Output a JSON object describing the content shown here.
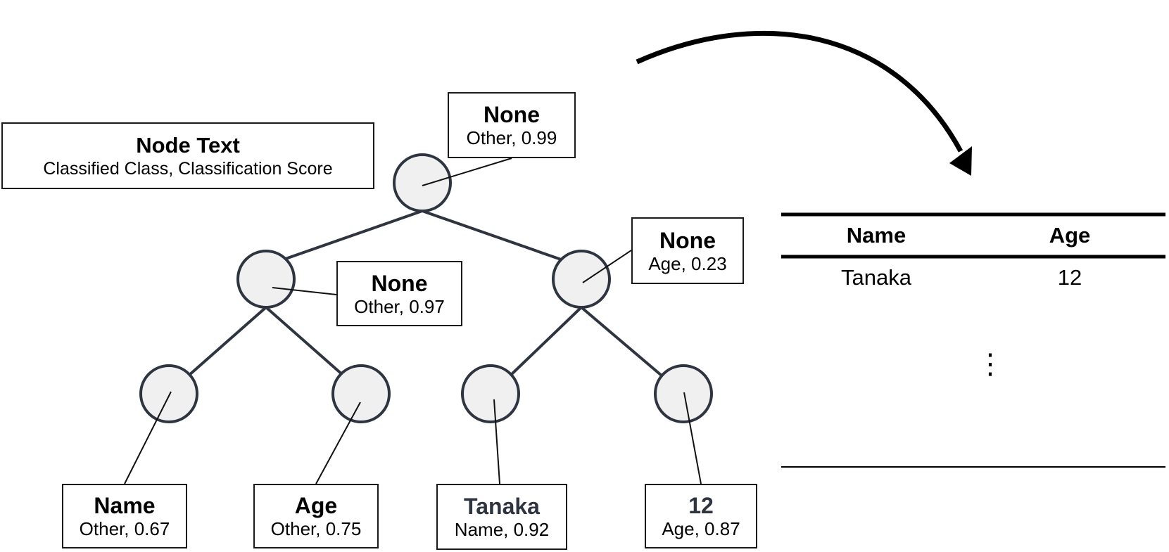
{
  "legend": {
    "title": "Node Text",
    "subtitle": "Classified Class, Classification Score"
  },
  "nodes": [
    {
      "id": "root",
      "text": "None",
      "score": "Other, 0.99"
    },
    {
      "id": "l",
      "text": "None",
      "score": "Other, 0.97"
    },
    {
      "id": "r",
      "text": "None",
      "score": "Age, 0.23"
    },
    {
      "id": "ll",
      "text": "Name",
      "score": "Other, 0.67"
    },
    {
      "id": "lr",
      "text": "Age",
      "score": "Other, 0.75"
    },
    {
      "id": "rl",
      "text": "Tanaka",
      "score": "Name, 0.92"
    },
    {
      "id": "rr",
      "text": "12",
      "score": "Age, 0.87"
    }
  ],
  "table": {
    "headers": [
      "Name",
      "Age"
    ],
    "rows": [
      [
        "Tanaka",
        "12"
      ]
    ],
    "ellipsis": "⋮"
  },
  "colors": {
    "node_fill": "#f0f0f0",
    "stroke": "#2e3440",
    "border": "#1a1a1a"
  }
}
